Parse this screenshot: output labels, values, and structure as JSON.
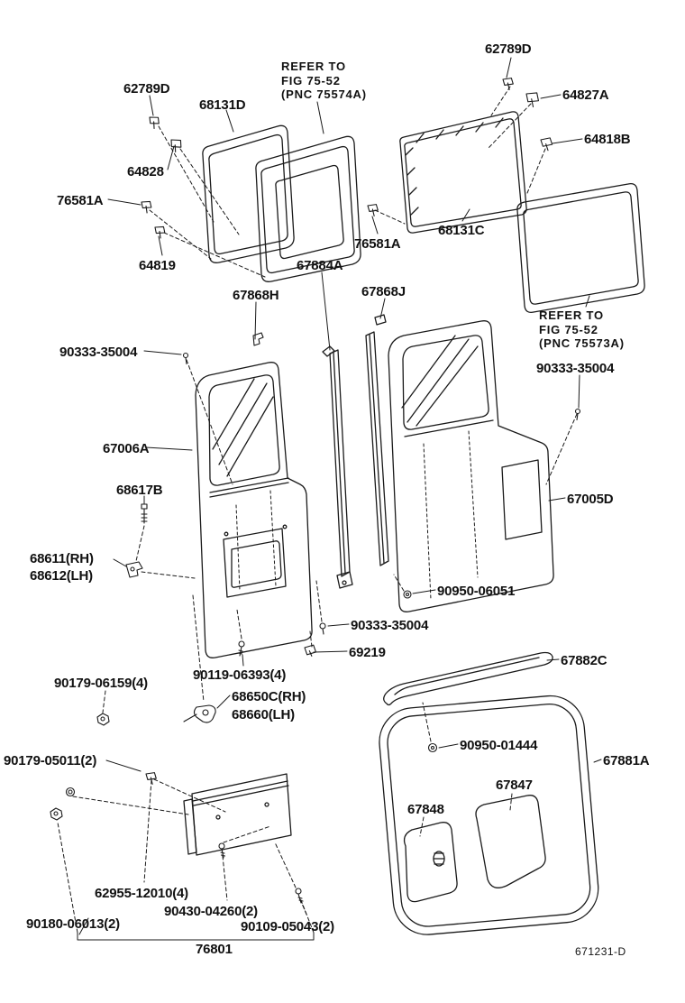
{
  "page": {
    "background": "#ffffff",
    "line_color": "#1a1a1a"
  },
  "diagram_code": "671231-D",
  "notes": {
    "refer_top": {
      "line1": "REFER TO",
      "line2": "FIG 75-52",
      "line3": "(PNC 75574A)"
    },
    "refer_right": {
      "line1": "REFER TO",
      "line2": "FIG 75-52",
      "line3": "(PNC 75573A)"
    }
  },
  "labels": {
    "l62789d_top": "62789D",
    "l64827a": "64827A",
    "l62789d_left": "62789D",
    "l68131d": "68131D",
    "l64818b": "64818B",
    "l64828": "64828",
    "l76581a_left": "76581A",
    "l76581a_mid": "76581A",
    "l68131c": "68131C",
    "l64819": "64819",
    "l67884a": "67884A",
    "l67868h": "67868H",
    "l67868j": "67868J",
    "l90333_left": "90333-35004",
    "l90333_right": "90333-35004",
    "l67006a": "67006A",
    "l68617b": "68617B",
    "l67005d": "67005D",
    "l68611": "68611(RH)",
    "l68612": "68612(LH)",
    "l90950_06051": "90950-06051",
    "l90333_mid": "90333-35004",
    "l69219": "69219",
    "l90119": "90119-06393(4)",
    "l90179_06159": "90179-06159(4)",
    "l68650c": "68650C(RH)",
    "l68660": "68660(LH)",
    "l67882c": "67882C",
    "l90950_01444": "90950-01444",
    "l67881a": "67881A",
    "l90179_05011": "90179-05011(2)",
    "l67847": "67847",
    "l67848": "67848",
    "l62955": "62955-12010(4)",
    "l90430": "90430-04260(2)",
    "l90180": "90180-06013(2)",
    "l90109": "90109-05043(2)",
    "l76801": "76801"
  }
}
